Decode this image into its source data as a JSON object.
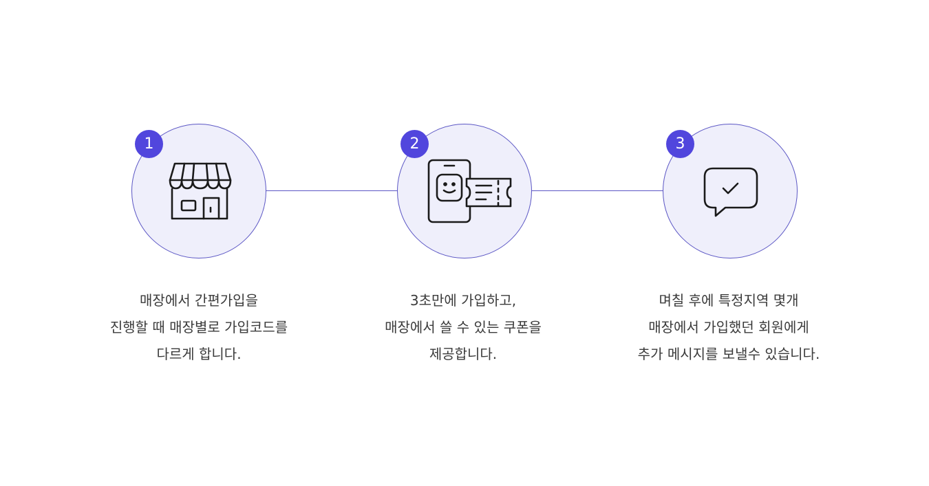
{
  "colors": {
    "accent": "#5146dd",
    "circle_fill": "#efeffb",
    "circle_border": "#5a55c4",
    "text": "#3a3a3a"
  },
  "steps": [
    {
      "number": "1",
      "icon": "store-icon",
      "lines": [
        "매장에서 간편가입을",
        "진행할 때 매장별로 가입코드를",
        "다르게 합니다."
      ]
    },
    {
      "number": "2",
      "icon": "phone-coupon-icon",
      "lines": [
        "3초만에 가입하고,",
        "매장에서 쓸 수 있는 쿠폰을",
        "제공합니다."
      ]
    },
    {
      "number": "3",
      "icon": "chat-check-icon",
      "lines": [
        "며칠 후에 특정지역 몇개",
        "매장에서 가입했던 회원에게",
        "추가 메시지를 보낼수 있습니다."
      ]
    }
  ]
}
